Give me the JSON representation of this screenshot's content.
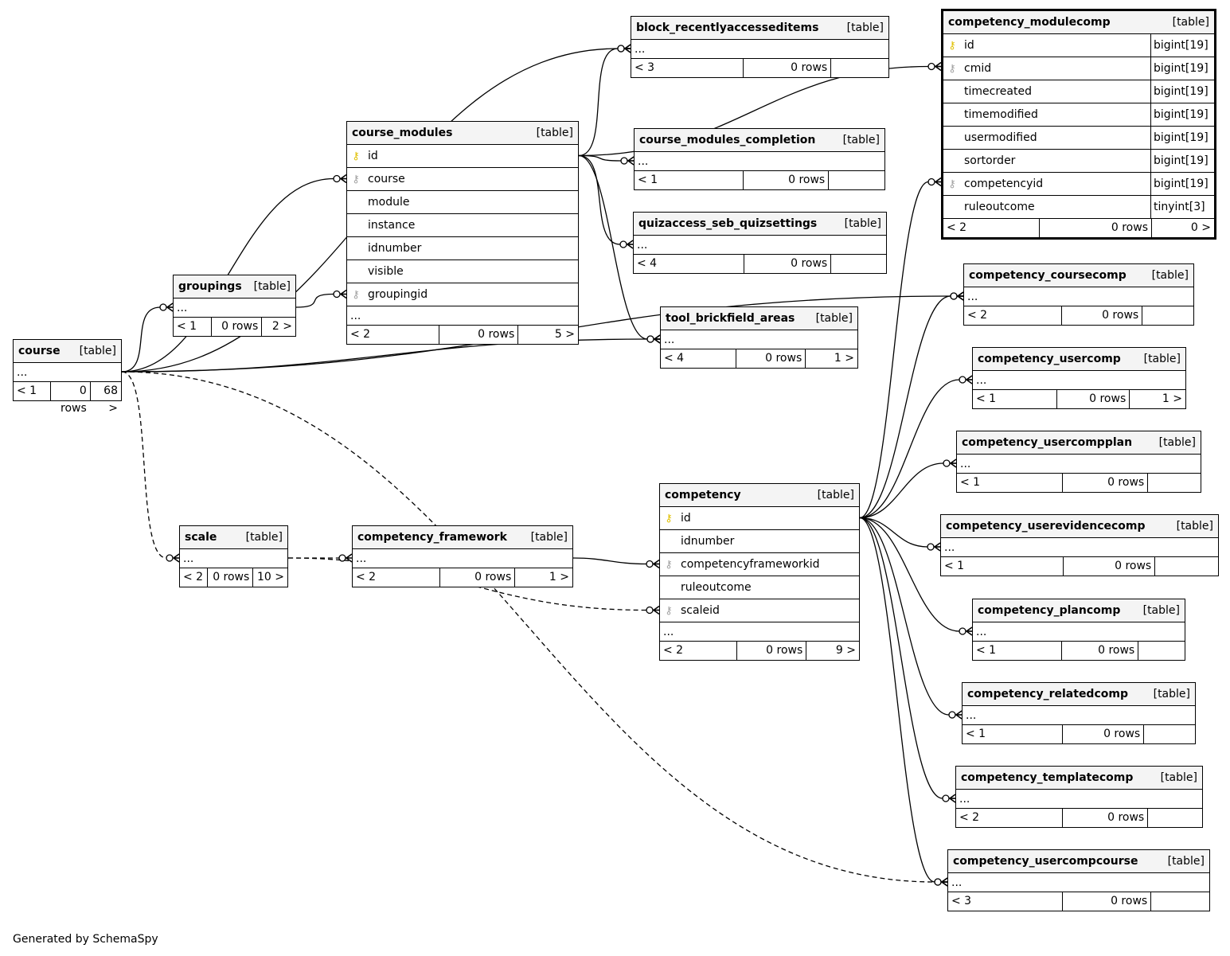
{
  "tables": {
    "course": {
      "name": "course",
      "kind": "[table]",
      "columns": [],
      "ellipsis": "...",
      "parents": "< 1",
      "rows": "0 rows",
      "children": "68 >"
    },
    "groupings": {
      "name": "groupings",
      "kind": "[table]",
      "columns": [],
      "ellipsis": "...",
      "parents": "< 1",
      "rows": "0 rows",
      "children": "2 >"
    },
    "course_modules": {
      "name": "course_modules",
      "kind": "[table]",
      "columns": [
        {
          "name": "id",
          "key": "pk"
        },
        {
          "name": "course",
          "key": "fk"
        },
        {
          "name": "module",
          "key": ""
        },
        {
          "name": "instance",
          "key": ""
        },
        {
          "name": "idnumber",
          "key": ""
        },
        {
          "name": "visible",
          "key": ""
        },
        {
          "name": "groupingid",
          "key": "fk"
        }
      ],
      "ellipsis": "...",
      "parents": "< 2",
      "rows": "0 rows",
      "children": "5 >"
    },
    "block_recentlyaccesseditems": {
      "name": "block_recentlyaccesseditems",
      "kind": "[table]",
      "columns": [],
      "ellipsis": "...",
      "parents": "< 3",
      "rows": "0 rows",
      "children": ""
    },
    "course_modules_completion": {
      "name": "course_modules_completion",
      "kind": "[table]",
      "columns": [],
      "ellipsis": "...",
      "parents": "< 1",
      "rows": "0 rows",
      "children": ""
    },
    "quizaccess_seb_quizsettings": {
      "name": "quizaccess_seb_quizsettings",
      "kind": "[table]",
      "columns": [],
      "ellipsis": "...",
      "parents": "< 4",
      "rows": "0 rows",
      "children": ""
    },
    "tool_brickfield_areas": {
      "name": "tool_brickfield_areas",
      "kind": "[table]",
      "columns": [],
      "ellipsis": "...",
      "parents": "< 4",
      "rows": "0 rows",
      "children": "1 >"
    },
    "competency_modulecomp": {
      "name": "competency_modulecomp",
      "kind": "[table]",
      "columns": [
        {
          "name": "id",
          "key": "pk",
          "type": "bigint[19]"
        },
        {
          "name": "cmid",
          "key": "fk",
          "type": "bigint[19]"
        },
        {
          "name": "timecreated",
          "key": "",
          "type": "bigint[19]"
        },
        {
          "name": "timemodified",
          "key": "",
          "type": "bigint[19]"
        },
        {
          "name": "usermodified",
          "key": "",
          "type": "bigint[19]"
        },
        {
          "name": "sortorder",
          "key": "",
          "type": "bigint[19]"
        },
        {
          "name": "competencyid",
          "key": "fk",
          "type": "bigint[19]"
        },
        {
          "name": "ruleoutcome",
          "key": "",
          "type": "tinyint[3]"
        }
      ],
      "parents": "< 2",
      "rows": "0 rows",
      "children": "0 >"
    },
    "competency_coursecomp": {
      "name": "competency_coursecomp",
      "kind": "[table]",
      "columns": [],
      "ellipsis": "...",
      "parents": "< 2",
      "rows": "0 rows",
      "children": ""
    },
    "competency_usercomp": {
      "name": "competency_usercomp",
      "kind": "[table]",
      "columns": [],
      "ellipsis": "...",
      "parents": "< 1",
      "rows": "0 rows",
      "children": "1 >"
    },
    "competency_usercompplan": {
      "name": "competency_usercompplan",
      "kind": "[table]",
      "columns": [],
      "ellipsis": "...",
      "parents": "< 1",
      "rows": "0 rows",
      "children": ""
    },
    "competency_userevidencecomp": {
      "name": "competency_userevidencecomp",
      "kind": "[table]",
      "columns": [],
      "ellipsis": "...",
      "parents": "< 1",
      "rows": "0 rows",
      "children": ""
    },
    "competency_plancomp": {
      "name": "competency_plancomp",
      "kind": "[table]",
      "columns": [],
      "ellipsis": "...",
      "parents": "< 1",
      "rows": "0 rows",
      "children": ""
    },
    "competency_relatedcomp": {
      "name": "competency_relatedcomp",
      "kind": "[table]",
      "columns": [],
      "ellipsis": "...",
      "parents": "< 1",
      "rows": "0 rows",
      "children": ""
    },
    "competency_templatecomp": {
      "name": "competency_templatecomp",
      "kind": "[table]",
      "columns": [],
      "ellipsis": "...",
      "parents": "< 2",
      "rows": "0 rows",
      "children": ""
    },
    "competency_usercompcourse": {
      "name": "competency_usercompcourse",
      "kind": "[table]",
      "columns": [],
      "ellipsis": "...",
      "parents": "< 3",
      "rows": "0 rows",
      "children": ""
    },
    "competency": {
      "name": "competency",
      "kind": "[table]",
      "columns": [
        {
          "name": "id",
          "key": "pk"
        },
        {
          "name": "idnumber",
          "key": ""
        },
        {
          "name": "competencyframeworkid",
          "key": "fk"
        },
        {
          "name": "ruleoutcome",
          "key": ""
        },
        {
          "name": "scaleid",
          "key": "fk"
        }
      ],
      "ellipsis": "...",
      "parents": "< 2",
      "rows": "0 rows",
      "children": "9 >"
    },
    "scale": {
      "name": "scale",
      "kind": "[table]",
      "columns": [],
      "ellipsis": "...",
      "parents": "< 2",
      "rows": "0 rows",
      "children": "10 >"
    },
    "competency_framework": {
      "name": "competency_framework",
      "kind": "[table]",
      "columns": [],
      "ellipsis": "...",
      "parents": "< 2",
      "rows": "0 rows",
      "children": "1 >"
    }
  },
  "relationships": [
    {
      "from": "course",
      "to": "block_recentlyaccesseditems",
      "style": "solid"
    },
    {
      "from": "course",
      "to": "course_modules.course",
      "style": "solid"
    },
    {
      "from": "course",
      "to": "groupings",
      "style": "solid"
    },
    {
      "from": "course",
      "to": "tool_brickfield_areas",
      "style": "solid"
    },
    {
      "from": "course",
      "to": "competency_coursecomp",
      "style": "solid"
    },
    {
      "from": "course",
      "to": "scale",
      "style": "dashed"
    },
    {
      "from": "course",
      "to": "competency_usercompcourse",
      "style": "dashed"
    },
    {
      "from": "groupings",
      "to": "course_modules.groupingid",
      "style": "solid"
    },
    {
      "from": "course_modules.id",
      "to": "block_recentlyaccesseditems",
      "style": "solid"
    },
    {
      "from": "course_modules.id",
      "to": "competency_modulecomp.cmid",
      "style": "solid"
    },
    {
      "from": "course_modules.id",
      "to": "course_modules_completion",
      "style": "solid"
    },
    {
      "from": "course_modules.id",
      "to": "quizaccess_seb_quizsettings",
      "style": "solid"
    },
    {
      "from": "course_modules.id",
      "to": "tool_brickfield_areas",
      "style": "solid"
    },
    {
      "from": "scale",
      "to": "competency_framework",
      "style": "dashed"
    },
    {
      "from": "scale",
      "to": "competency.scaleid",
      "style": "dashed"
    },
    {
      "from": "competency_framework",
      "to": "competency.competencyframeworkid",
      "style": "solid"
    },
    {
      "from": "competency.id",
      "to": "competency_modulecomp.competencyid",
      "style": "solid"
    },
    {
      "from": "competency.id",
      "to": "competency_coursecomp",
      "style": "solid"
    },
    {
      "from": "competency.id",
      "to": "competency_usercomp",
      "style": "solid"
    },
    {
      "from": "competency.id",
      "to": "competency_usercompplan",
      "style": "solid"
    },
    {
      "from": "competency.id",
      "to": "competency_userevidencecomp",
      "style": "solid"
    },
    {
      "from": "competency.id",
      "to": "competency_plancomp",
      "style": "solid"
    },
    {
      "from": "competency.id",
      "to": "competency_relatedcomp",
      "style": "solid"
    },
    {
      "from": "competency.id",
      "to": "competency_templatecomp",
      "style": "solid"
    },
    {
      "from": "competency.id",
      "to": "competency_usercompcourse",
      "style": "solid"
    }
  ],
  "footer": {
    "generated_by": "Generated by SchemaSpy"
  },
  "colors": {
    "header_bg": "#f4f4f4",
    "primary_key": "#e0c000",
    "foreign_key": "#a0a0a0",
    "line": "#000000"
  },
  "icons": {
    "primary_key": "key-icon",
    "foreign_key": "key-icon"
  }
}
